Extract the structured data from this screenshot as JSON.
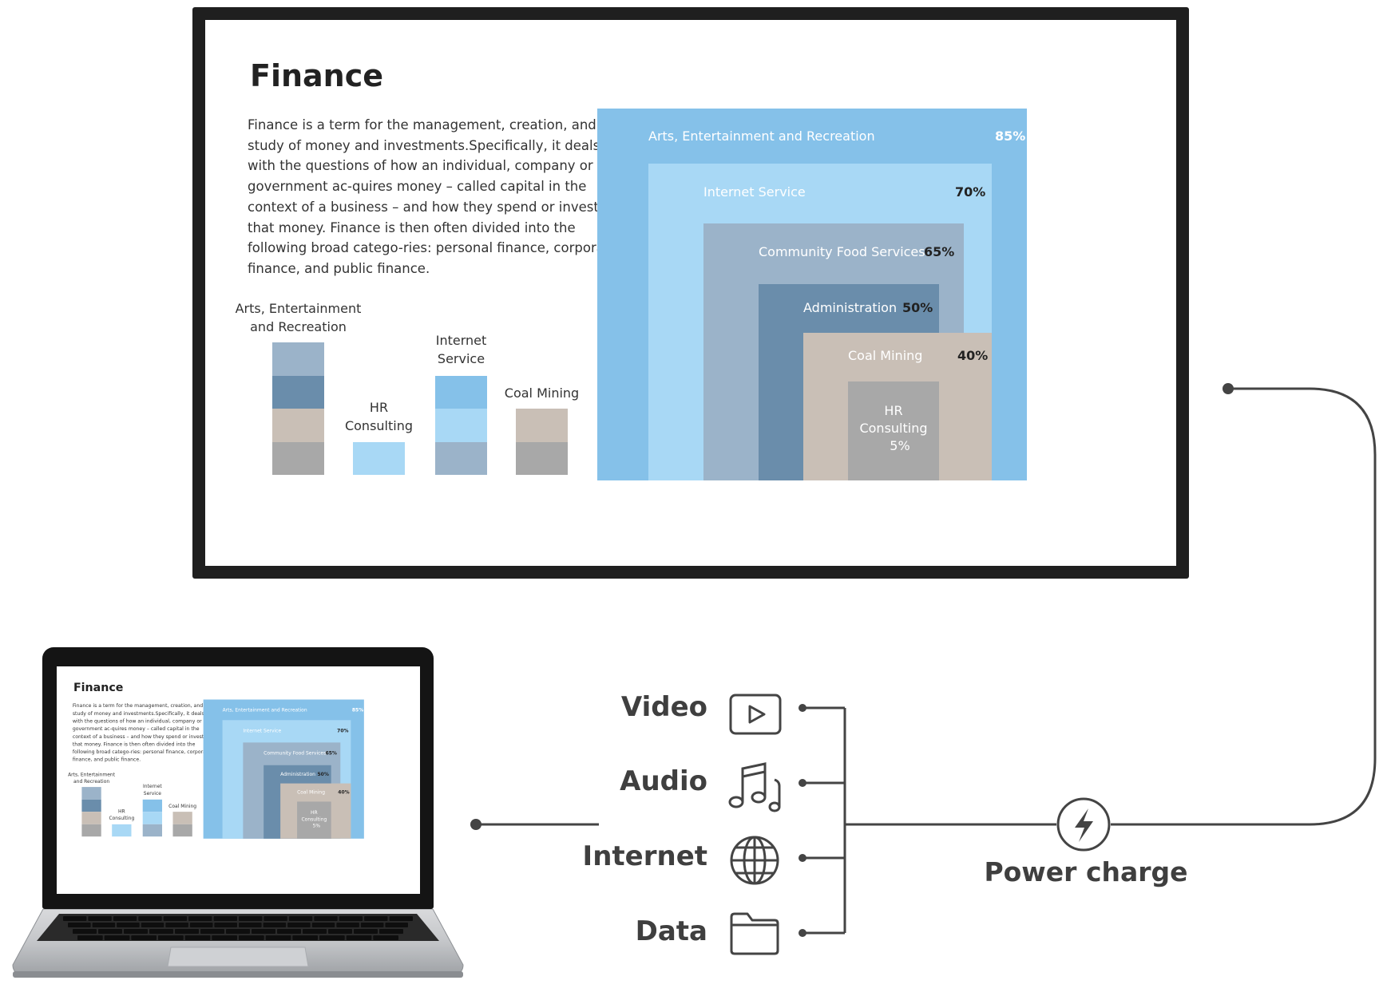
{
  "slide": {
    "title": "Finance",
    "paragraph": "Finance is a term for the management, creation, and study of money and investments.Specifically, it deals with the questions of how an individual, company or government ac-quires money – called capital in the context of a business – and how they spend or invest that money. Finance is then often divided into the following broad catego-ries: personal finance, corporate finance, and public finance."
  },
  "colors": {
    "sky_blue": "#85c1e9",
    "light_blue": "#a8d8f5",
    "slate_light": "#9bb3c9",
    "slate_dark": "#6a8dab",
    "beige": "#c9bfb6",
    "gray": "#a8a8a8",
    "frame": "#1f1f1f",
    "line": "#444444"
  },
  "chart_data": [
    {
      "type": "bar",
      "stacked": true,
      "categories": [
        "Arts, Entertainment and Recreation",
        "HR Consulting",
        "Internet Service",
        "Coal Mining"
      ],
      "category_lines": [
        [
          "Arts, Entertainment",
          "and Recreation"
        ],
        [
          "HR",
          "Consulting"
        ],
        [
          "Internet",
          "Service"
        ],
        [
          "Coal Mining"
        ]
      ],
      "stacks": [
        [
          "slate_light",
          "slate_dark",
          "beige",
          "gray"
        ],
        [
          "light_blue"
        ],
        [
          "sky_blue",
          "light_blue",
          "slate_light"
        ],
        [
          "beige",
          "gray"
        ]
      ]
    },
    {
      "type": "bar",
      "orientation": "nested-horizontal",
      "items": [
        {
          "label": "Arts, Entertainment and Recreation",
          "value": "85%",
          "color": "sky_blue"
        },
        {
          "label": "Internet Service",
          "value": "70%",
          "color": "light_blue"
        },
        {
          "label": "Community Food Services",
          "value": "65%",
          "color": "slate_light"
        },
        {
          "label": "Administration",
          "value": "50%",
          "color": "slate_dark"
        },
        {
          "label": "Coal Mining",
          "value": "40%",
          "color": "beige"
        },
        {
          "label": "HR Consulting",
          "label_lines": [
            "HR",
            "Consulting"
          ],
          "value": "5%",
          "color": "gray"
        }
      ]
    }
  ],
  "connections": {
    "inputs": [
      {
        "label": "Video",
        "icon": "video-play-icon"
      },
      {
        "label": "Audio",
        "icon": "music-notes-icon"
      },
      {
        "label": "Internet",
        "icon": "globe-icon"
      },
      {
        "label": "Data",
        "icon": "folder-icon"
      }
    ],
    "power": {
      "label": "Power charge",
      "icon": "lightning-bolt-icon"
    }
  }
}
